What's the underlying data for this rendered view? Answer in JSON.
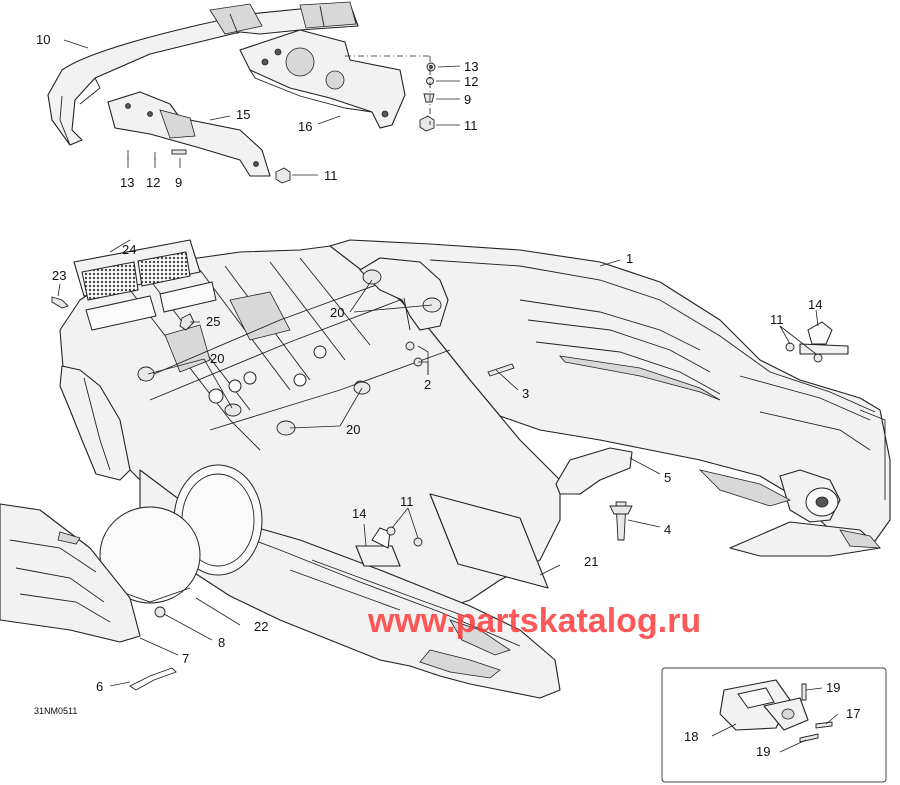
{
  "diagram": {
    "watermark": "www.partskatalog.ru",
    "drawing_code": "31NM0511",
    "callouts": {
      "c1": "1",
      "c2": "2",
      "c3": "3",
      "c4": "4",
      "c5": "5",
      "c6": "6",
      "c7": "7",
      "c8": "8",
      "c9a": "9",
      "c9b": "9",
      "c10": "10",
      "c11a": "11",
      "c11b": "11",
      "c11c": "11",
      "c11d": "11",
      "c12a": "12",
      "c12b": "12",
      "c13a": "13",
      "c13b": "13",
      "c14a": "14",
      "c14b": "14",
      "c15": "15",
      "c16": "16",
      "c17": "17",
      "c18": "18",
      "c19a": "19",
      "c19b": "19",
      "c20a": "20",
      "c20b": "20",
      "c20c": "20",
      "c21": "21",
      "c22": "22",
      "c23": "23",
      "c24": "24",
      "c25": "25"
    }
  }
}
